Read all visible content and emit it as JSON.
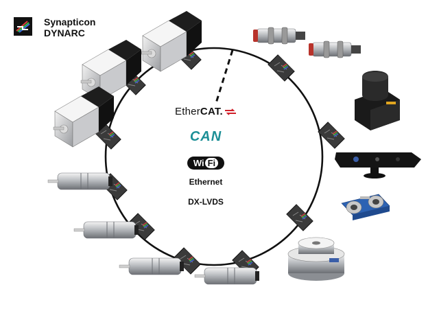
{
  "brand": {
    "line1": "Synapticon",
    "line2": "DYNARC"
  },
  "protocols": {
    "ethercat_prefix": "Ether",
    "ethercat_suffix": "CAT.",
    "can": "CAN",
    "wifi_wi": "Wi",
    "wifi_fi": "Fi",
    "ethernet": "Ethernet",
    "dxlvds": "DX-LVDS"
  },
  "colors": {
    "ring": "#111111",
    "can": "#1c8f96",
    "ethercat_arrow": "#d0202a",
    "board": "#3a3a3a"
  },
  "devices": [
    "stepper-motor-icon",
    "stepper-motor-icon",
    "stepper-motor-icon",
    "proximity-sensor-icon",
    "proximity-sensor-icon",
    "laser-scanner-icon",
    "depth-camera-icon",
    "ultrasonic-sensor-icon",
    "force-torque-sensor-icon",
    "dc-motor-icon",
    "dc-motor-icon",
    "dc-motor-icon",
    "dc-motor-icon"
  ]
}
